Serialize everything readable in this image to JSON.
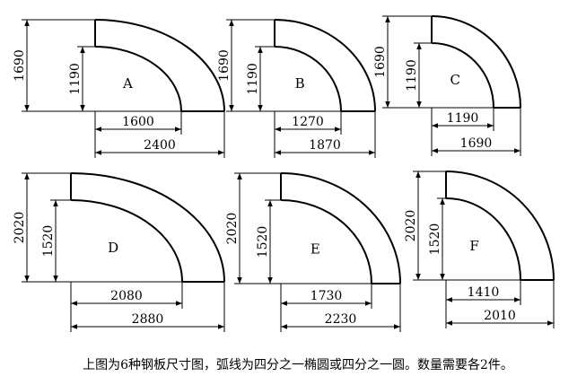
{
  "panels": [
    {
      "id": "A",
      "outer_h": "1690",
      "inner_h": "1190",
      "inner_w": "1600",
      "outer_w": "2400"
    },
    {
      "id": "B",
      "outer_h": "1690",
      "inner_h": "1190",
      "inner_w": "1270",
      "outer_w": "1870"
    },
    {
      "id": "C",
      "outer_h": "1690",
      "inner_h": "1190",
      "inner_w": "1190",
      "outer_w": "1690"
    },
    {
      "id": "D",
      "outer_h": "2020",
      "inner_h": "1520",
      "inner_w": "2080",
      "outer_w": "2880"
    },
    {
      "id": "E",
      "outer_h": "2020",
      "inner_h": "1520",
      "inner_w": "1730",
      "outer_w": "2230"
    },
    {
      "id": "F",
      "outer_h": "2020",
      "inner_h": "1520",
      "inner_w": "1410",
      "outer_w": "2010"
    }
  ],
  "caption": "上图为6种钢板尺寸图，弧线为四分之一椭圆或四分之一圆。数量需要各2件。"
}
